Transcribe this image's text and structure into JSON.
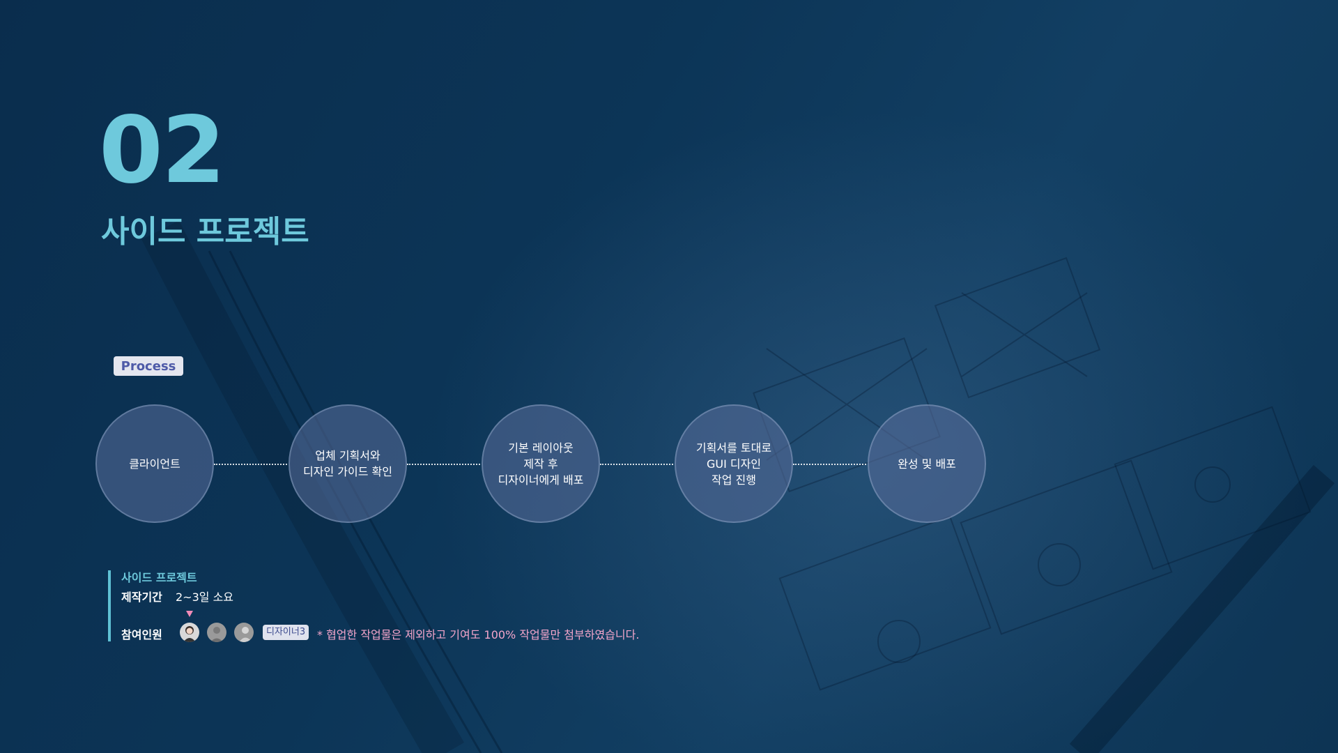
{
  "header": {
    "number": "02",
    "title": "사이드 프로젝트"
  },
  "process": {
    "badge_label": "Process",
    "steps": [
      {
        "label": "클라이언트"
      },
      {
        "label": "업체 기획서와\n디자인 가이드 확인"
      },
      {
        "label": "기본 레이아웃\n제작 후\n디자이너에게 배포"
      },
      {
        "label": "기획서를 토대로\nGUI 디자인\n작업 진행"
      },
      {
        "label": "완성 및 배포"
      }
    ]
  },
  "info": {
    "title": "사이드 프로젝트",
    "period_label": "제작기간",
    "period_value": "2~3일 소요",
    "members_label": "참여인원",
    "designer_badge": "디자이너3",
    "note": "* 협업한 작업물은 제외하고 기여도 100% 작업물만 첨부하였습니다."
  },
  "colors": {
    "accent": "#6ec9dc",
    "background": "#0c3456",
    "note": "#f4a6cb",
    "badge_text": "#4e5aa8"
  }
}
